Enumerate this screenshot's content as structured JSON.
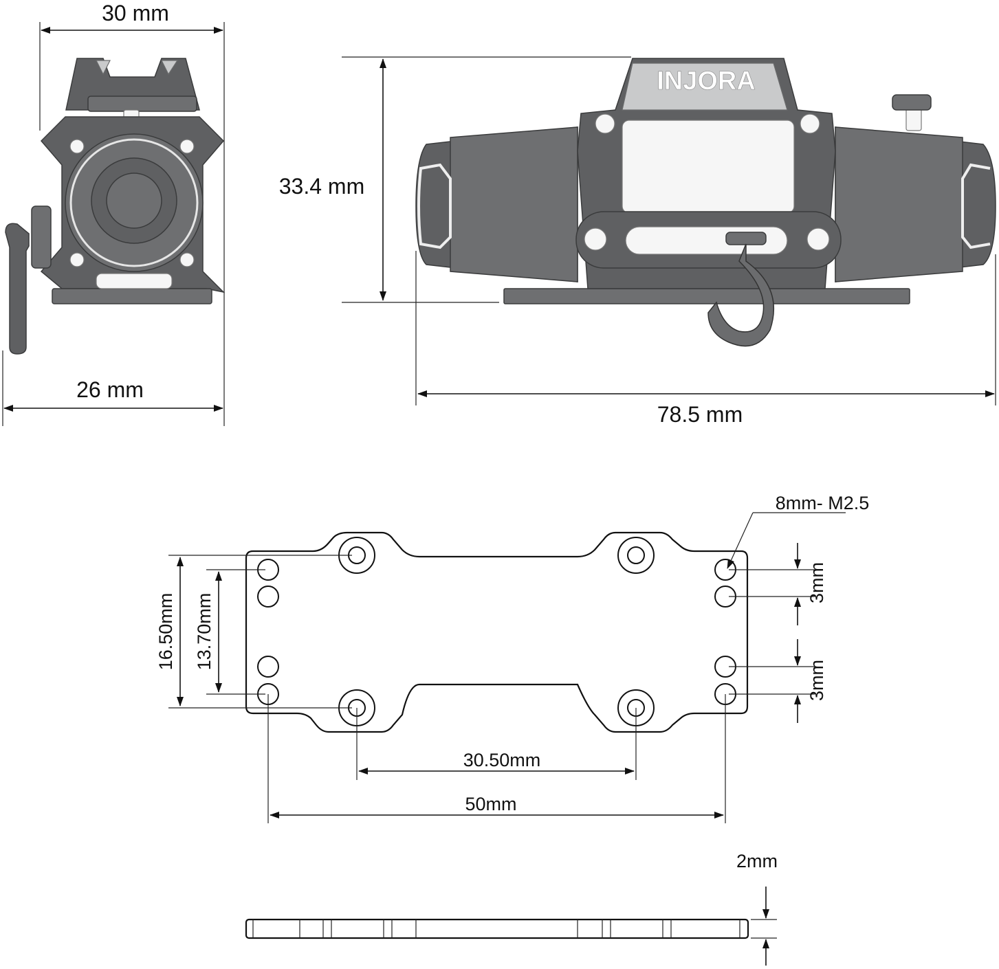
{
  "brand_logo": "INJORA",
  "front_view": {
    "top_width": "30 mm",
    "bottom_width": "26 mm"
  },
  "side_view": {
    "height": "33.4 mm",
    "length": "78.5 mm"
  },
  "plate_view": {
    "hole_spec": "8mm- M2.5",
    "outer_height": "16.50mm",
    "inner_height": "13.70mm",
    "hole_pitch_top": "3mm",
    "hole_pitch_bottom": "3mm",
    "center_hole_spacing": "30.50mm",
    "outer_hole_spacing": "50mm"
  },
  "thickness_view": {
    "thickness": "2mm"
  },
  "colors": {
    "body": "#5f6062",
    "line": "#111111",
    "background": "#ffffff"
  }
}
